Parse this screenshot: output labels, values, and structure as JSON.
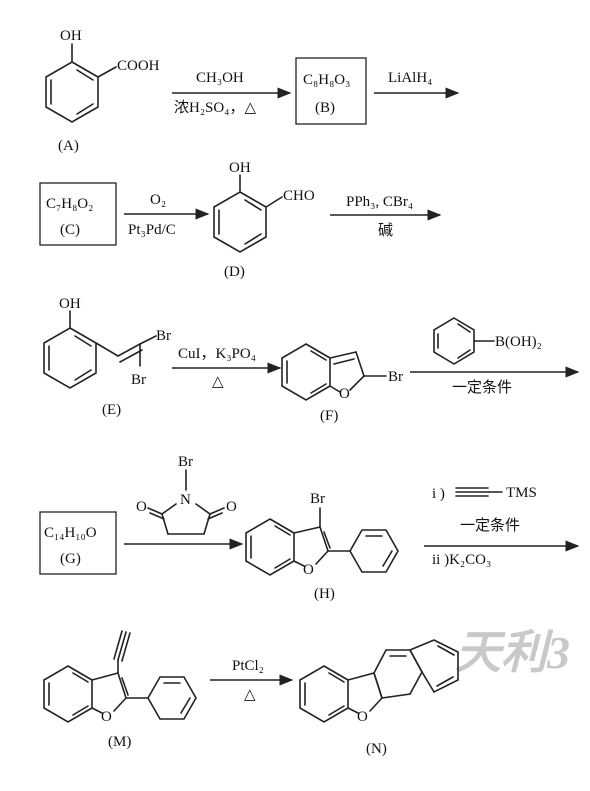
{
  "watermark": {
    "text": "天利3"
  },
  "row1": {
    "A": {
      "oh": "OH",
      "cooh": "COOH",
      "name": "(A)"
    },
    "step1": {
      "reagent_top": "CH₃OH",
      "reagent_bottom": "浓H₂SO₄，△"
    },
    "B": {
      "formula": "C₈H₈O₃",
      "name": "(B)"
    },
    "step2": {
      "reagent_top": "LiAlH₄"
    }
  },
  "row2": {
    "C": {
      "formula": "C₇H₈O₂",
      "name": "(C)"
    },
    "step3": {
      "reagent_top": "O₂",
      "reagent_bottom": "Pt₃Pd/C"
    },
    "D": {
      "oh": "OH",
      "cho": "CHO",
      "name": "(D)"
    },
    "step4": {
      "reagent_top": "PPh₃, CBr₄",
      "reagent_bottom": "碱"
    }
  },
  "row3": {
    "E": {
      "oh": "OH",
      "br1": "Br",
      "br2": "Br",
      "name": "(E)"
    },
    "step5": {
      "reagent_top": "CuI，K₃PO₄",
      "reagent_bottom": "△"
    },
    "F": {
      "o": "O",
      "br": "Br",
      "name": "(F)"
    },
    "step6": {
      "reagent_top": "B(OH)₂",
      "reagent_bottom": "一定条件"
    }
  },
  "row4": {
    "G": {
      "formula": "C₁₄H₁₀O",
      "name": "(G)"
    },
    "step7": {
      "nbs_br": "Br",
      "nbs_n": "N",
      "nbs_o1": "O",
      "nbs_o2": "O"
    },
    "H": {
      "br": "Br",
      "o": "O",
      "name": "(H)"
    },
    "step8": {
      "reagent_line1": "i )",
      "reagent_line1b": "TMS",
      "reagent_line2": "一定条件",
      "reagent_line3": "ii )K₂CO₃"
    }
  },
  "row5": {
    "M": {
      "o": "O",
      "name": "(M)"
    },
    "step9": {
      "reagent_top": "PtCl₂",
      "reagent_bottom": "△"
    },
    "N": {
      "o": "O",
      "name": "(N)"
    }
  }
}
